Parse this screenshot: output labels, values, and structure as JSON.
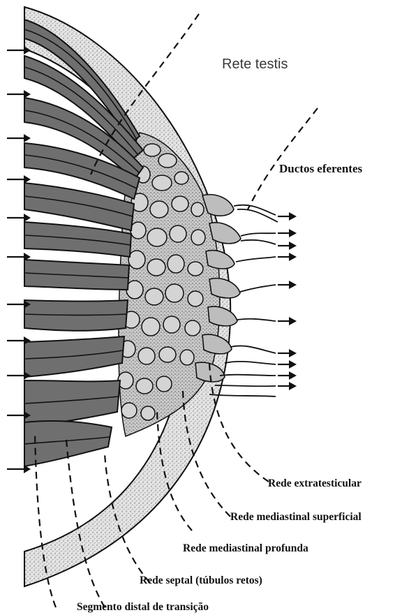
{
  "figure": {
    "labels": {
      "rete_testis": "Rete testis",
      "ductos_eferentes": "Ductos eferentes",
      "rede_extratesticular": "Rede extratesticular",
      "rede_mediastinal_superficial": "Rede mediastinal superficial",
      "rede_mediastinal_profunda": "Rede mediastinal profunda",
      "rede_septal": "Rede septal (túbulos retos)",
      "segmento_distal": "Segmento distal de transição"
    },
    "colors": {
      "tubule_fill": "#6f6f6f",
      "capsule_fill": "#d9d9d9",
      "network_fill": "#bdbdbd",
      "line": "#111111",
      "background": "#ffffff"
    },
    "icons": {
      "inflow_arrow": "arrow-right-icon",
      "outflow_arrow": "arrow-right-icon"
    }
  }
}
